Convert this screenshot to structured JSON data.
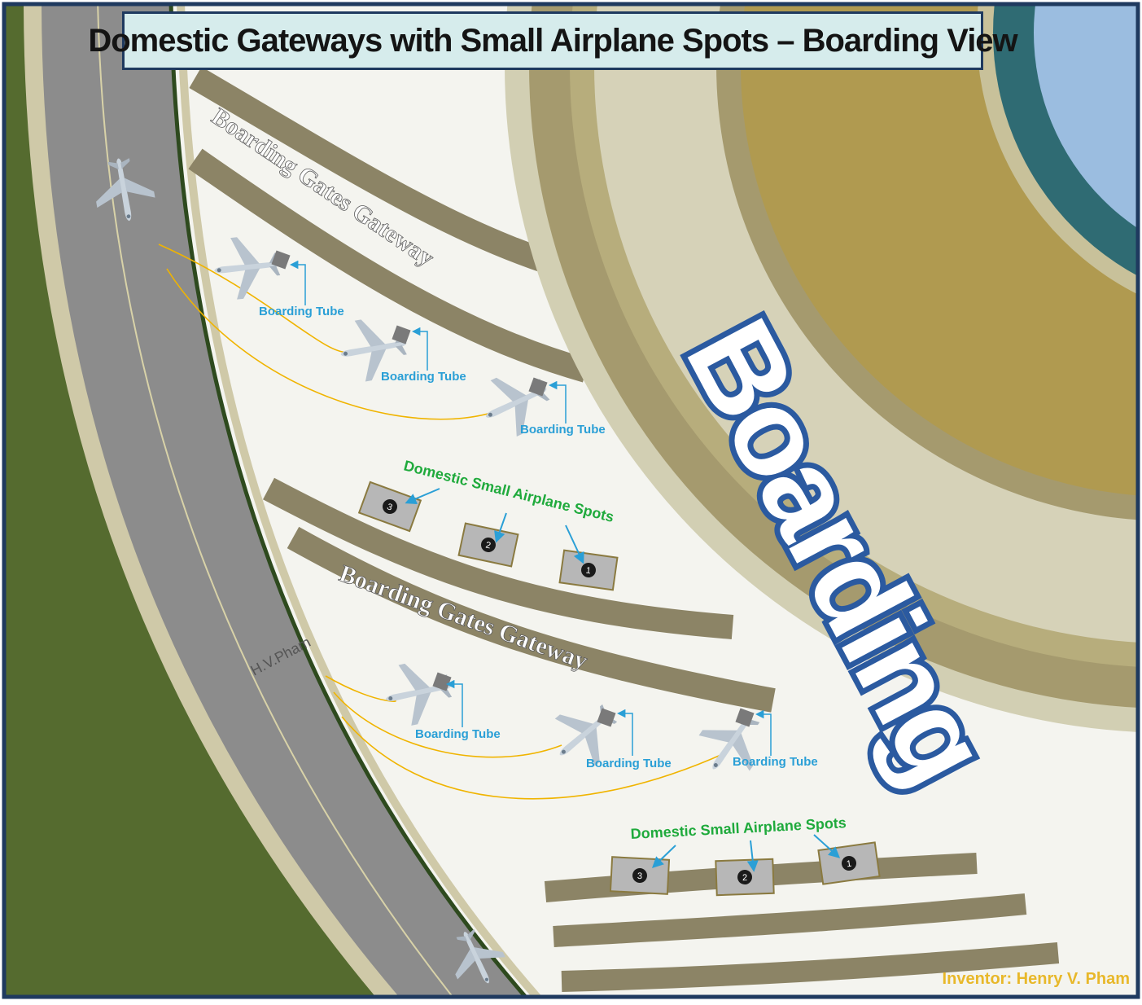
{
  "title": "Domestic Gateways with Small Airplane Spots – Boarding View",
  "big_label": "Boarding",
  "gateway_labels": [
    "Boarding Gates Gateway",
    "Boarding Gates Gateway"
  ],
  "tube_label": "Boarding Tube",
  "spots_label": "Domestic Small Airplane Spots",
  "spot_numbers": [
    "3",
    "2",
    "1"
  ],
  "signature": "H.V.Pham",
  "credit": "Inventor: Henry V. Pham",
  "colors": {
    "frame": "#1f3a5f",
    "grass": "#556b2f",
    "runway": "#8c8c8c",
    "apron": "#f3f3ee",
    "gateway": "#8c8466",
    "terminal": "#b09a50",
    "terminal_ring": "#a59a6e",
    "water": "#9bbde0",
    "teal": "#2f6b73",
    "tube": "#2a9fd6",
    "spots_text": "#1faa3c",
    "taxi_line": "#f0b400",
    "credit": "#e8b82a"
  }
}
